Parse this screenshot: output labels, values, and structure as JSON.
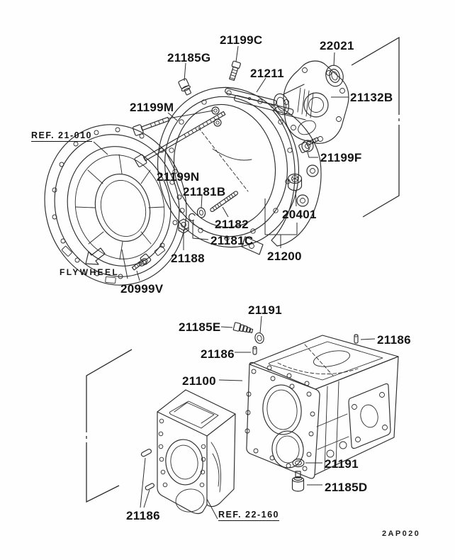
{
  "colors": {
    "background": "#fefefe",
    "line": "#2c2c2c",
    "text": "#141414"
  },
  "top_assembly": {
    "reference": "REF. 21-010",
    "note": "FLYWHEEL",
    "callouts": {
      "p21199c": "21199C",
      "p21185g": "21185G",
      "p22021": "22021",
      "p21211": "21211",
      "p21132b": "21132B",
      "p21199m": "21199M",
      "p21199n": "21199N",
      "p21199f": "21199F",
      "p21181b": "21181B",
      "p20401": "20401",
      "p21182": "21182",
      "p21181c": "21181C",
      "p21188": "21188",
      "p21200": "21200",
      "p20999v": "20999V"
    }
  },
  "bottom_assembly": {
    "reference": "REF. 22-160",
    "callouts": {
      "p21191_top": "21191",
      "p21185e": "21185E",
      "p21186_mid": "21186",
      "p21186_right": "21186",
      "p21100": "21100",
      "p21191_bottom": "21191",
      "p21185d": "21185D",
      "p21186_bottom": "21186"
    }
  },
  "footer": {
    "drawing_code": "2AP020"
  }
}
